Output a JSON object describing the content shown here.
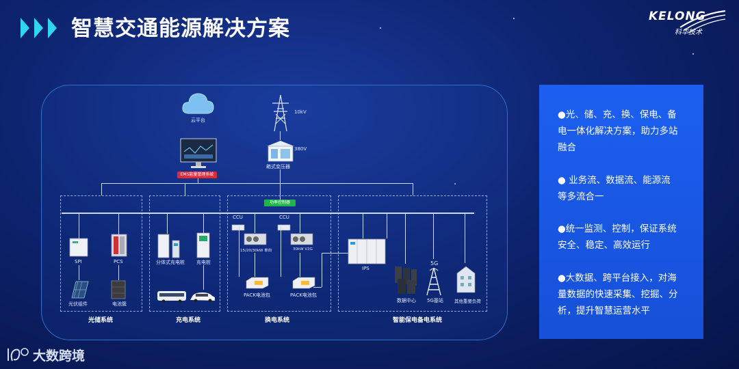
{
  "title": "智慧交通能源解决方案",
  "brand": {
    "name": "KELONG",
    "sub": "科华技术"
  },
  "footer_logo": "大数跨境",
  "colors": {
    "accent": "#2fd6ee",
    "panel": "#1c5ff0",
    "ems_tag": "#e02a3a",
    "controller_tag": "#22b34a"
  },
  "diagram": {
    "cloud": "云平台",
    "voltage_top": "10kV",
    "voltage_mid": "380V",
    "transformer": "箱式变压器",
    "ems": "EMS能量管理系统",
    "controller": "功率控制器",
    "pv_storage": {
      "spi": "SPI",
      "pcs": "PCS",
      "pv": "光伏组件",
      "battery": "电池簇",
      "system": "光储系统"
    },
    "charging": {
      "split": "分体式充电桩",
      "pile": "充电桩",
      "system": "充电系统"
    },
    "swapping": {
      "ccu1": "CCU",
      "ccu2": "CCU",
      "module1": "15/20/30kW 单向",
      "module2": "30kW V2G",
      "pack1": "PACK电池包",
      "pack2": "PACK电池包",
      "system": "换电系统"
    },
    "backup": {
      "ips": "IPS",
      "dc": "数据中心",
      "bs": "5G基站",
      "load": "其他重要负荷",
      "tag5g": "5G",
      "system": "智能保电备电系统"
    }
  },
  "bullets": [
    "●光、储、充、换、保电、备电一体化解决方案，助力多站融合",
    "● 业务流、数据流、能源流等多流合一",
    "●统一监测、控制，保证系统安全、稳定、高效运行",
    "●大数据、跨平台接入，对海量数据的快速采集、挖掘、分析，提升智慧运营水平"
  ]
}
